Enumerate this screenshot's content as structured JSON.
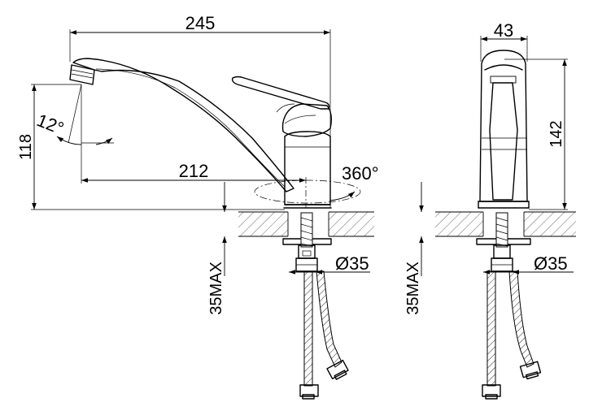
{
  "front_view": {
    "dim_width": "245",
    "dim_height": "118",
    "dim_reach": "212",
    "dim_angle": "12°",
    "dim_rotation": "360°",
    "dim_hole": "Ø35",
    "dim_max_thickness": "35MAX"
  },
  "side_view": {
    "dim_width": "43",
    "dim_height": "142",
    "dim_hole": "Ø35",
    "dim_max_thickness": "35MAX"
  }
}
